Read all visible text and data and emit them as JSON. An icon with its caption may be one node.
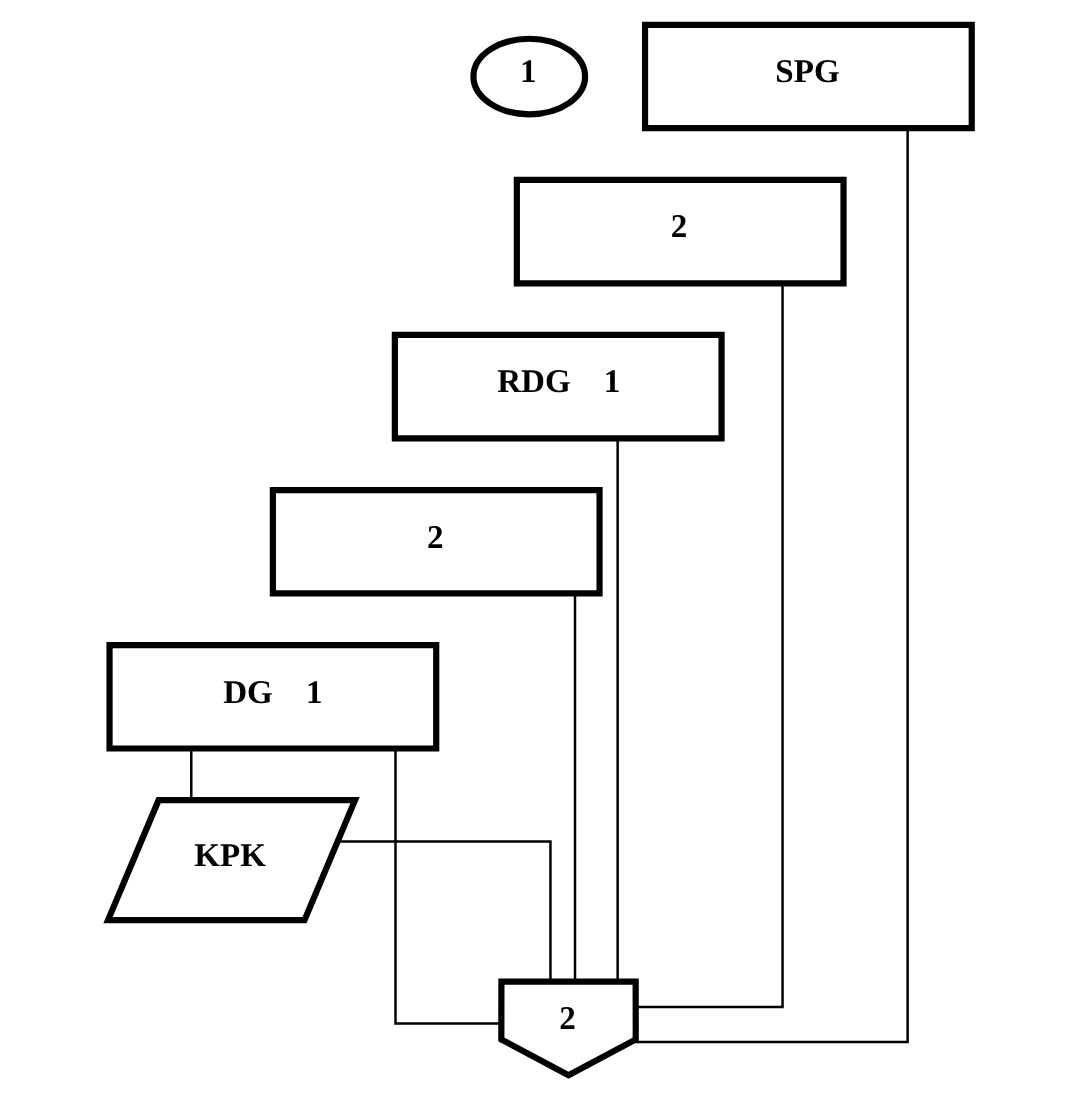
{
  "diagram": {
    "nodes": [
      {
        "text": [
          "1"
        ]
      },
      {
        "text": [
          "SPG"
        ]
      },
      {
        "text": [
          "2"
        ]
      },
      {
        "text": [
          "RDG",
          "1"
        ]
      },
      {
        "text": [
          "2"
        ]
      },
      {
        "text": [
          "DG",
          "1"
        ]
      },
      {
        "text": [
          "KPK"
        ]
      },
      {
        "text": [
          "2"
        ]
      }
    ],
    "edges": [
      {
        "from": 5,
        "to": 6,
        "arrow": "none"
      },
      {
        "from": 5,
        "to": 7,
        "arrow": "none"
      },
      {
        "from": 4,
        "to": 7,
        "arrow": "none"
      },
      {
        "from": 3,
        "to": 7,
        "arrow": "none"
      },
      {
        "from": 2,
        "to": 7,
        "arrow": "none"
      },
      {
        "from": 1,
        "to": 7,
        "arrow": "none"
      },
      {
        "from": 6,
        "to": 7,
        "arrow": "none"
      }
    ]
  }
}
